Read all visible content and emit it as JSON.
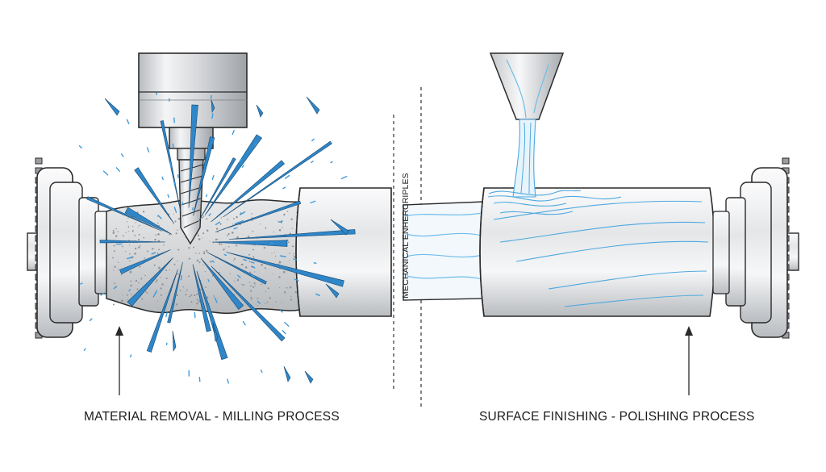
{
  "diagram": {
    "center_label": "MECHANICAL ENHERCRIPLES",
    "left_caption": "MATERIAL REMOVAL - MILLING PROCESS",
    "right_caption": "SURFACE FINISHING - POLISHING PROCESS",
    "colors": {
      "accent": "#2f86c8",
      "accent_light": "#7cc4ec",
      "steel_light": "#f3f4f5",
      "steel_mid": "#c9ccd0",
      "steel_dark": "#8d9196",
      "outline": "#2a2a2a"
    }
  }
}
